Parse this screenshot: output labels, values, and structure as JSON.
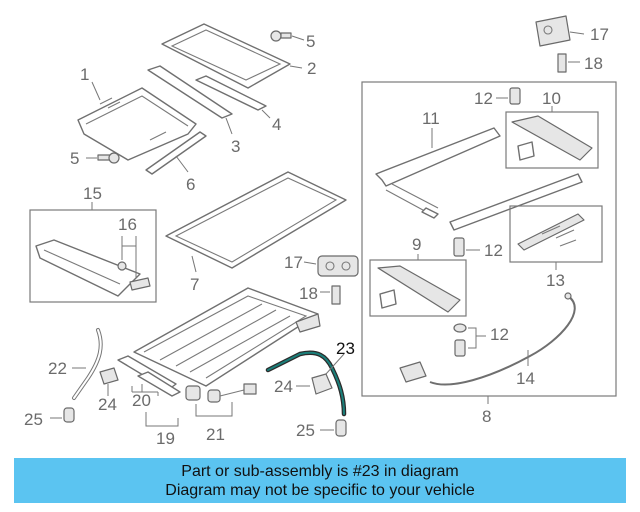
{
  "diagram": {
    "callouts": {
      "c1": "1",
      "c2": "2",
      "c3": "3",
      "c4": "4",
      "c5a": "5",
      "c5b": "5",
      "c6": "6",
      "c7": "7",
      "c8": "8",
      "c9": "9",
      "c10": "10",
      "c11": "11",
      "c12a": "12",
      "c12b": "12",
      "c12c": "12",
      "c13": "13",
      "c14": "14",
      "c15": "15",
      "c16": "16",
      "c17a": "17",
      "c17b": "17",
      "c18a": "18",
      "c18b": "18",
      "c19": "19",
      "c20": "20",
      "c21": "21",
      "c22": "22",
      "c23": "23",
      "c24": "24",
      "c25a": "25",
      "c25b": "25"
    },
    "highlight_part": "23",
    "colors": {
      "line": "#707070",
      "highlight_part": "#1a7f7a",
      "banner": "#5bc4f1"
    }
  },
  "banner": {
    "line1": "Part or sub-assembly is #23 in diagram",
    "line2": "Diagram may not be specific to your vehicle"
  }
}
